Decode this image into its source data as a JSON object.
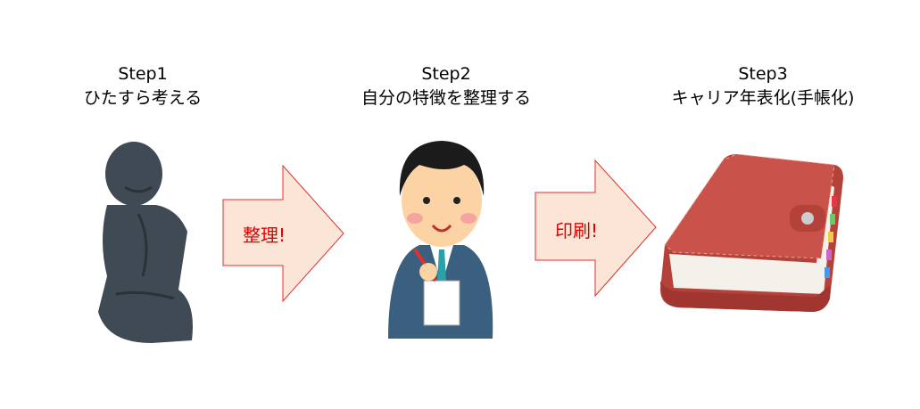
{
  "steps": [
    {
      "title": "Step1",
      "subtitle": "ひたすら考える"
    },
    {
      "title": "Step2",
      "subtitle": "自分の特徴を整理する"
    },
    {
      "title": "Step3",
      "subtitle": "キャリア年表化(手帳化)"
    }
  ],
  "arrows": [
    {
      "label": "整理!"
    },
    {
      "label": "印刷!"
    }
  ],
  "colors": {
    "arrow_fill": "#fbe5d6",
    "arrow_stroke": "#e03030",
    "label": "#e00000"
  }
}
